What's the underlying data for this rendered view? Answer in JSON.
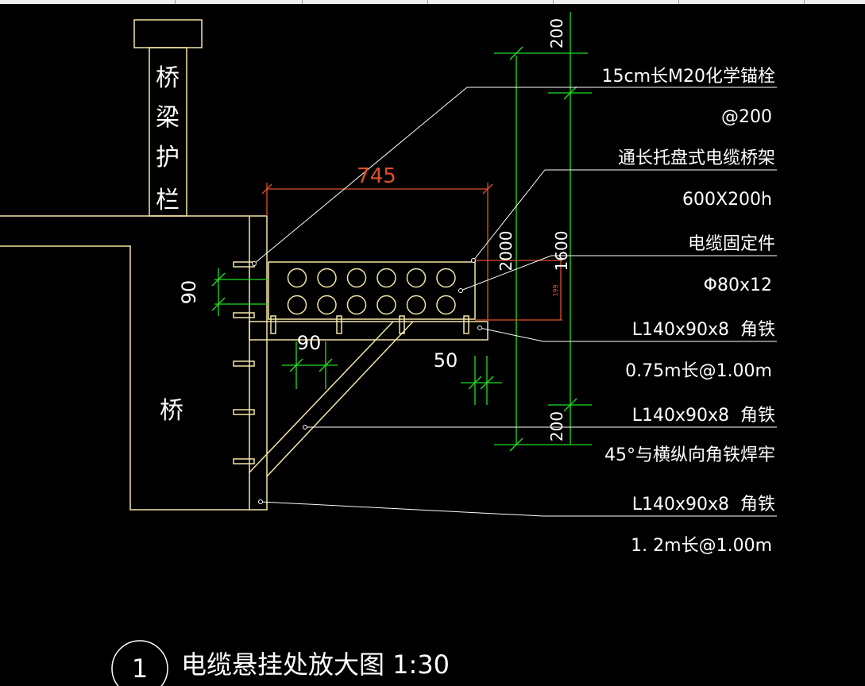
{
  "structure": {
    "guardrail_chars": [
      "桥",
      "梁",
      "护",
      "栏"
    ],
    "bridge_label": "桥"
  },
  "dimensions": {
    "width_745": "745",
    "d90_vertical": "90",
    "d90_horizontal": "90",
    "d50": "50",
    "d200_top": "200",
    "d200_bottom": "200",
    "d2000": "2000",
    "d1600": "1600",
    "d199": "199"
  },
  "annotations": [
    "15cm长M20化学锚栓",
    "@200",
    "通长托盘式电缆桥架",
    "600X200h",
    "电缆固定件",
    "Φ80x12",
    "L140x90x8  角铁",
    "0.75m长@1.00m",
    "L140x90x8  角铁",
    "45°与横纵向角铁焊牢",
    "L140x90x8  角铁",
    "1. 2m长@1.00m"
  ],
  "title": {
    "number": "1",
    "text": "电缆悬挂处放大图 1:30"
  },
  "colors": {
    "structure": "#f3e6a6",
    "dimension_green": "#1ee01e",
    "dimension_red": "#e0502a",
    "leader": "#ffffff",
    "background": "#000000"
  }
}
